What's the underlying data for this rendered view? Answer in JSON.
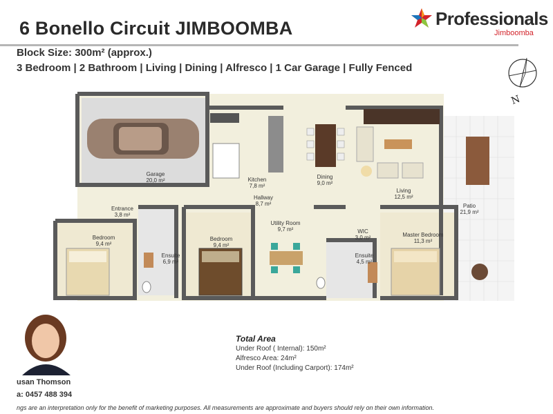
{
  "header": {
    "title": "6 Bonello Circuit JIMBOOMBA",
    "block_size": "Block Size: 300m² (approx.)",
    "features": "3 Bedroom | 2 Bathroom | Living | Dining | Alfresco | 1 Car Garage | Fully Fenced"
  },
  "brand": {
    "name": "Professionals",
    "location": "Jimboomba",
    "colors": {
      "red": "#d2232a",
      "blue": "#1b75bc",
      "green": "#8dc63f",
      "orange": "#f7941d"
    }
  },
  "rooms": {
    "garage": {
      "name": "Garage",
      "area": "20,0 m²"
    },
    "kitchen": {
      "name": "Kitchen",
      "area": "7,8 m²"
    },
    "dining": {
      "name": "Dining",
      "area": "9,0 m²"
    },
    "living": {
      "name": "Living",
      "area": "12,5 m²"
    },
    "hallway": {
      "name": "Hallway",
      "area": "8,7 m²"
    },
    "entrance": {
      "name": "Entrance",
      "area": "3,8 m²"
    },
    "patio": {
      "name": "Patio",
      "area": "21,9 m²"
    },
    "bedroom1": {
      "name": "Bedroom",
      "area": "9,4 m²"
    },
    "ensuite1": {
      "name": "Ensuite",
      "area": "6,9 m²"
    },
    "bedroom2": {
      "name": "Bedroom",
      "area": "9,4 m²"
    },
    "utility": {
      "name": "Utility Room",
      "area": "9,7 m²"
    },
    "wic": {
      "name": "WIC",
      "area": "3,0 m²"
    },
    "ensuite2": {
      "name": "Ensuite",
      "area": "4,5 m²"
    },
    "master": {
      "name": "Master Bedroom",
      "area": "11,3 m²"
    }
  },
  "total_area": {
    "title": "Total Area",
    "lines": [
      "Under Roof ( Internal): 150m²",
      "Alfresco Area: 24m²",
      "Under Roof (Including Carport): 174m²"
    ]
  },
  "agent": {
    "name": "usan Thomson",
    "phone": "a: 0457 488 394"
  },
  "disclaimer": "ngs are an interpretation only for the benefit of marketing purposes.  All measurements are approximate and buyers should rely on their own information."
}
